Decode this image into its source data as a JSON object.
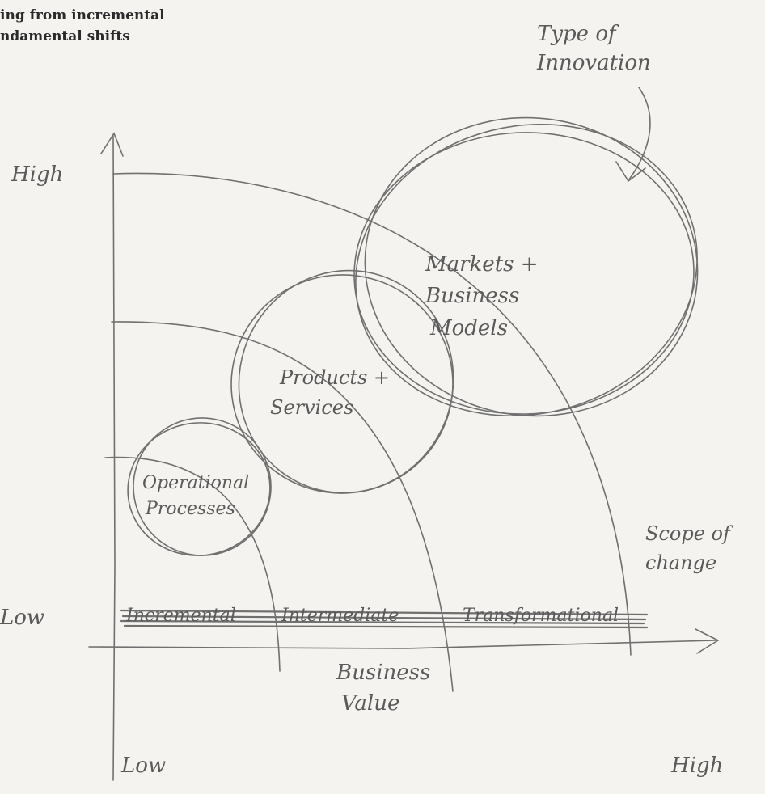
{
  "caption": {
    "line1": "ing from incremental",
    "line2": "ndamental shifts"
  },
  "diagram": {
    "y_axis": {
      "high": "High",
      "low": "Low"
    },
    "x_axis": {
      "title_line1": "Business",
      "title_line2": "Value",
      "low": "Low",
      "high": "High"
    },
    "type_label": {
      "line1": "Type of",
      "line2": "Innovation"
    },
    "scope_label": {
      "line1": "Scope of",
      "line2": "change"
    },
    "bands": [
      "Incremental",
      "Intermediate",
      "Transformational"
    ],
    "circles": [
      {
        "lines": [
          "Operational",
          "Processes"
        ]
      },
      {
        "lines": [
          "Products +",
          "Services"
        ]
      },
      {
        "lines": [
          "Markets +",
          "Business",
          "Models"
        ]
      }
    ]
  },
  "colors": {
    "pencil": "#6e6e6e",
    "paper": "#f4f3ef",
    "ink": "#2a2a2a"
  }
}
